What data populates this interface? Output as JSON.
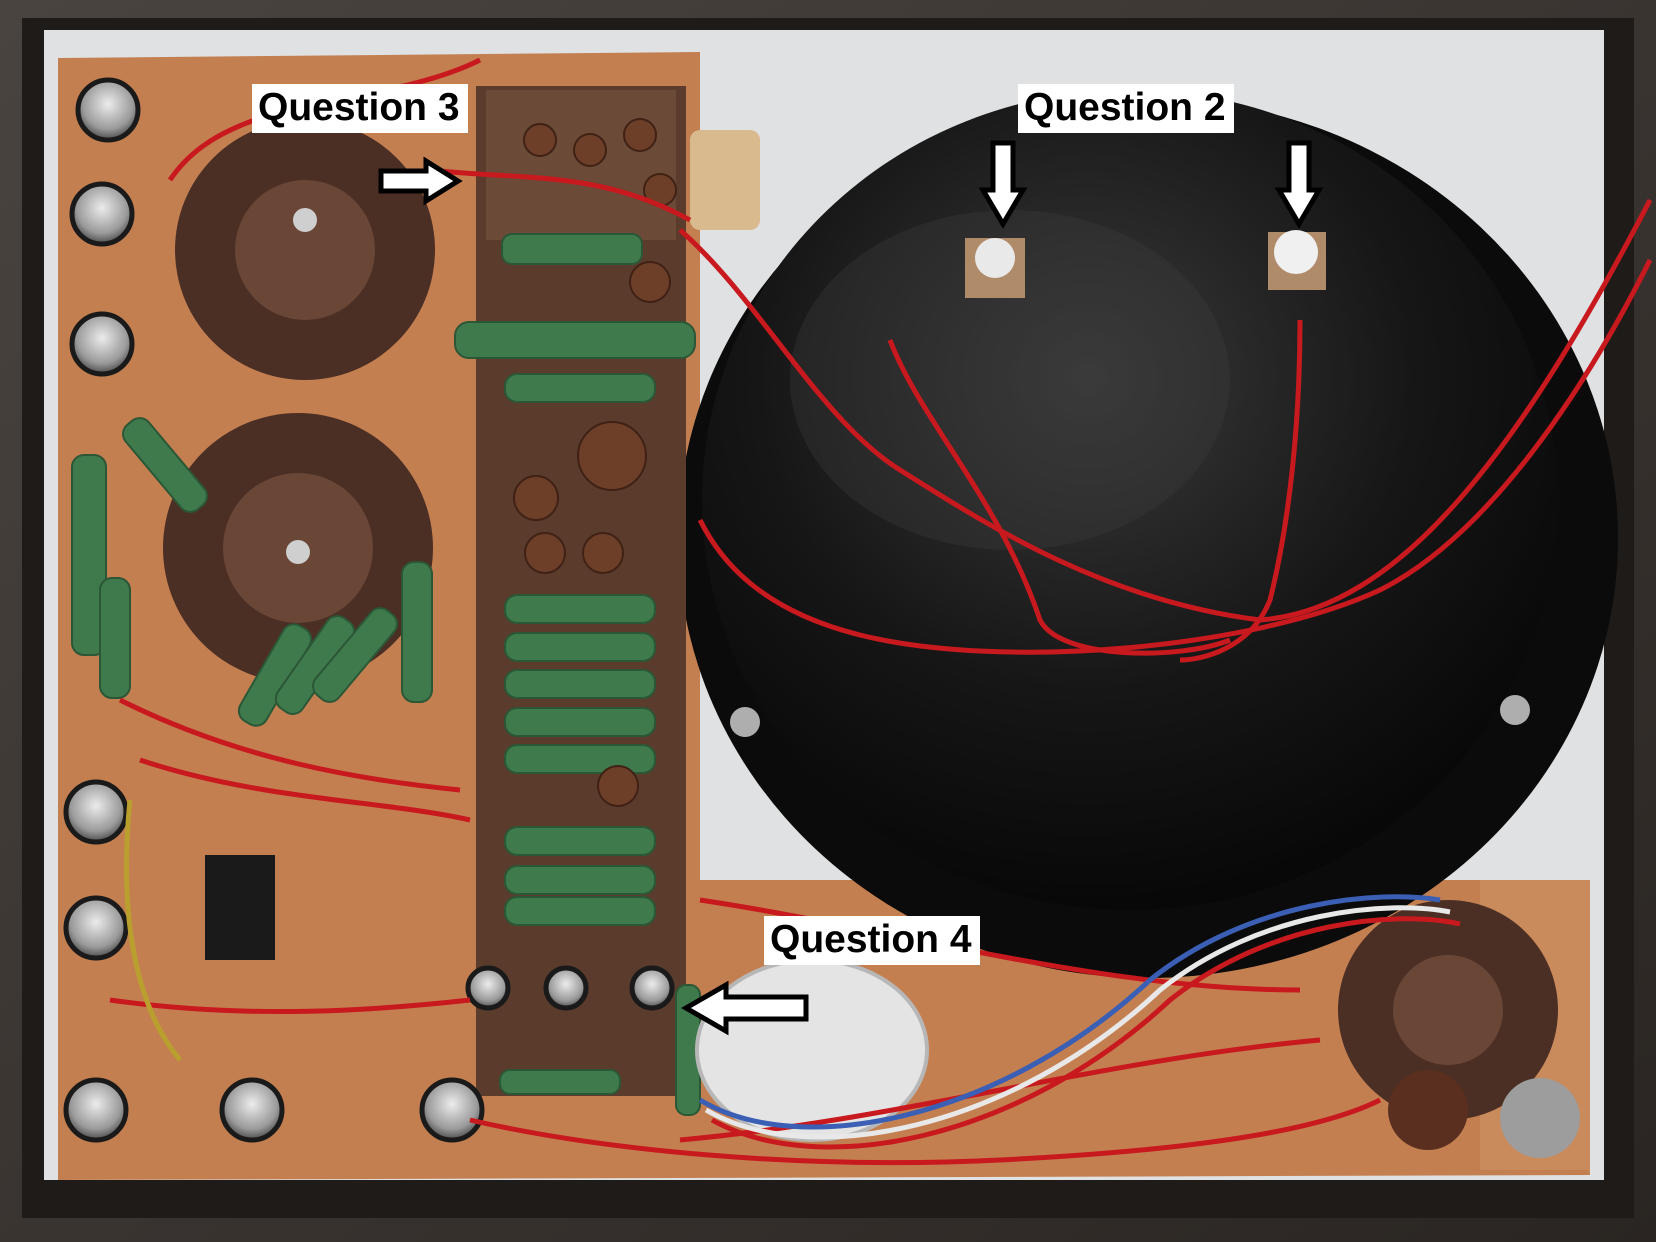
{
  "annotations": {
    "question_2": "Question 2",
    "question_3": "Question 3",
    "question_4": "Question 4"
  },
  "colors": {
    "wire_red": "#c8191e",
    "board_tan": "#c98a5c",
    "meter_black": "#121212",
    "panel_white": "#e6e6e6",
    "resistor_green": "#3f7a4c"
  },
  "icons": {
    "arrow_down": "arrow-down-icon",
    "arrow_right": "arrow-right-icon",
    "arrow_left": "arrow-left-icon"
  }
}
